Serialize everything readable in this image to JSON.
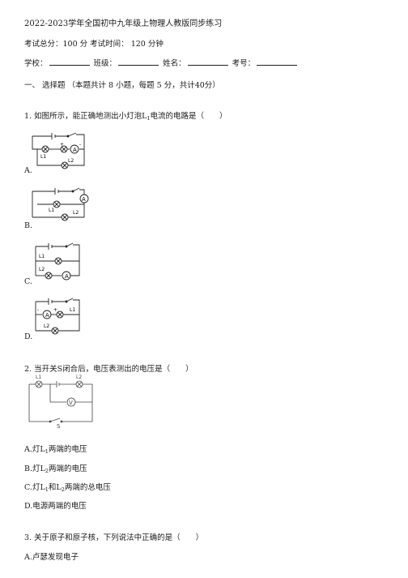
{
  "header": {
    "title": "2022-2023学年全国初中九年级上物理人教版同步练习",
    "exam_info": "考试总分：100 分 考试时间： 120 分钟",
    "fields": [
      "学校：",
      "班级：",
      "姓名：",
      "考号："
    ]
  },
  "section1": {
    "title": "一、 选择题 （本题共计 8 小题，每题 5 分，共计40分）"
  },
  "q1": {
    "stem_pre": "1. 如图所示，能正确地测出小灯泡L",
    "stem_sub": "1",
    "stem_post": "电流的电路是（　　）",
    "options": [
      "A.",
      "B.",
      "C.",
      "D."
    ]
  },
  "q2": {
    "stem": "2. 当开关S闭合后，电压表测出的电压是（　　）",
    "options": [
      {
        "pre": "A.灯L",
        "sub": "1",
        "post": "两端的电压"
      },
      {
        "pre": "B.灯L",
        "sub": "2",
        "post": "两端的电压"
      },
      {
        "pre": "C.灯L",
        "sub": "1",
        "mid": "和L",
        "sub2": "2",
        "post": "两端的总电压"
      },
      {
        "text": "D.电源两端的电压"
      }
    ]
  },
  "q3": {
    "stem": "3. 关于原子和原子核，下列说法中正确的是（　　）",
    "options": [
      "A.卢瑟发现电子"
    ]
  },
  "circuit_labels": {
    "ammeter": "A",
    "voltmeter": "V",
    "lamp1": "L1",
    "lamp2": "L2",
    "switch": "S",
    "plus": "+",
    "minus": "-"
  }
}
